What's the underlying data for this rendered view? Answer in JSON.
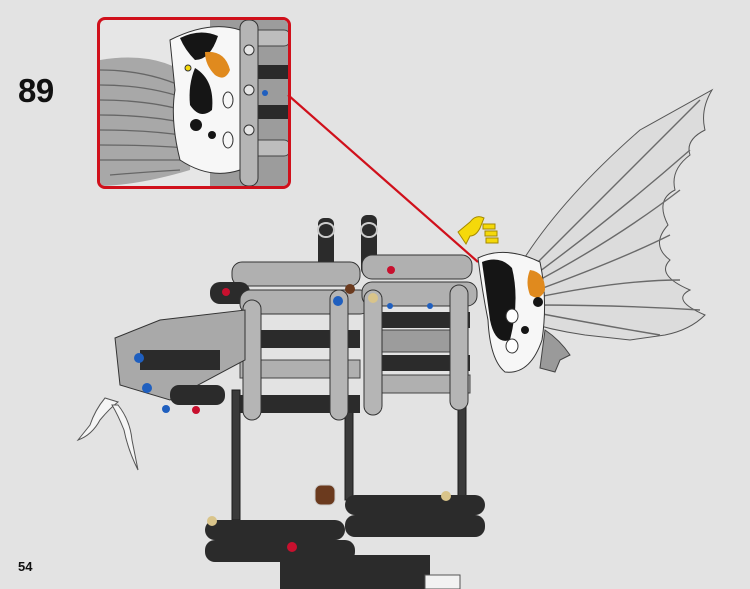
{
  "page": {
    "type": "building-instructions",
    "background_color": "#e3e3e3"
  },
  "step": {
    "number": "89"
  },
  "footer": {
    "page_number": "54"
  },
  "callout": {
    "border_color": "#d0101b",
    "content": "close-up of koi fish head piece attaching to frame",
    "leader_line_color": "#d0101b"
  },
  "illustration": {
    "subject": "koi fish model on stand",
    "rotation_arrow_color": "#f5d90a",
    "parts_colors": {
      "beam_dark": "#2b2b2b",
      "beam_light": "#a9a9a9",
      "fish_orange": "#e08a1e",
      "fish_black": "#151515",
      "fish_white": "#f7f7f7",
      "fin_gray": "#bdbdbd",
      "pin_blue": "#1f5fbf",
      "pin_red": "#c8102e",
      "pin_tan": "#d9c48a",
      "pin_brown": "#6b3a1e"
    }
  }
}
